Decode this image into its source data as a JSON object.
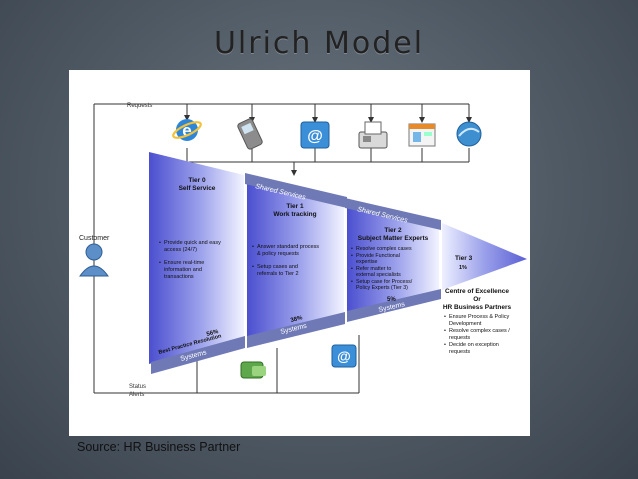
{
  "slide": {
    "title": "Ulrich Model",
    "source": "Source: HR Business Partner"
  },
  "diagram": {
    "requests_label": "Requests",
    "status_label": "Status",
    "alerts_label": "Alerts",
    "customer_label": "Customer",
    "systems_label": "Systems",
    "tier0": {
      "title_line1": "Tier 0",
      "title_line2": "Self Service",
      "bullets": [
        "Provide quick and easy",
        "access (24/7)",
        "Ensure real-time",
        "information and",
        "transactions"
      ],
      "stat_pct": "56%",
      "stat_label": "Best Practice Resolution"
    },
    "tier1": {
      "band": "Shared Services",
      "title_line1": "Tier 1",
      "title_line2": "Work tracking",
      "bullets": [
        "Answer standard process",
        "& policy requests",
        "Setup cases and",
        "referrals to Tier 2"
      ],
      "stat_pct": "38%"
    },
    "tier2": {
      "band": "Shared Services",
      "title_line1": "Tier 2",
      "title_line2": "Subject Matter Experts",
      "bullets": [
        "Resolve complex cases",
        "Provide Functional",
        "expertise",
        "Refer matter to",
        "external specialists",
        "Setup case for Process/",
        "Policy Experts (Tier 3)"
      ],
      "stat_pct": "5%"
    },
    "tier3": {
      "title": "Tier 3",
      "stat_pct": "1%",
      "centre_line1": "Centre of Excellence",
      "centre_line2": "Or",
      "centre_line3": "HR Business Partners",
      "bullets": [
        "Ensure Process & Policy",
        "Development",
        "Resolve complex cases /",
        "requests",
        "Decide on exception",
        "requests"
      ]
    },
    "channel_icons": [
      "internet-explorer-icon",
      "mobile-phone-icon",
      "email-icon",
      "fax-icon",
      "web-form-icon",
      "global-network-icon"
    ],
    "colors": {
      "funnel": "#5b5fd4",
      "funnel_light": "#eef0ff",
      "systems_band": "#6f79b6",
      "lines": "#333333"
    }
  }
}
